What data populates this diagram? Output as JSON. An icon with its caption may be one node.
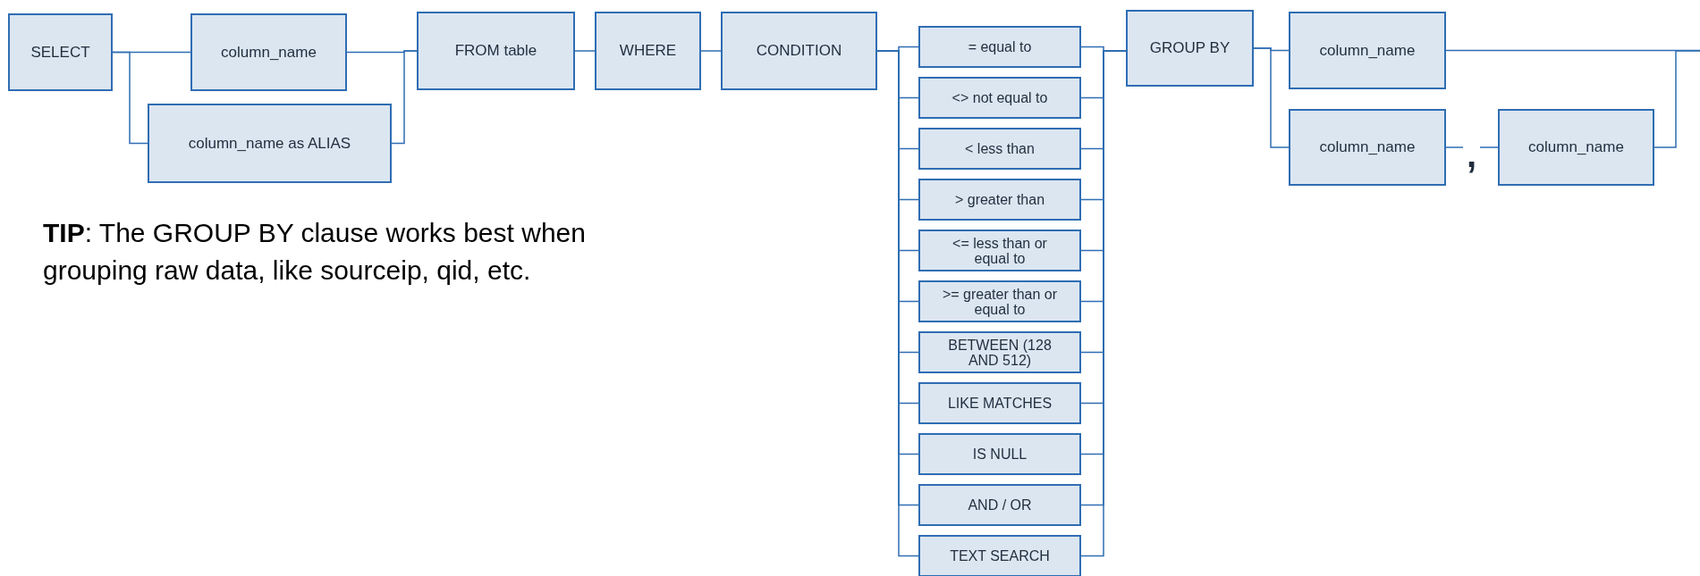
{
  "diagram": {
    "nodes": [
      {
        "text": [
          "SELECT"
        ]
      },
      {
        "text": [
          "column_name"
        ]
      },
      {
        "text": [
          "column_name as ALIAS"
        ]
      },
      {
        "text": [
          "FROM table"
        ]
      },
      {
        "text": [
          "WHERE"
        ]
      },
      {
        "text": [
          "CONDITION"
        ]
      },
      {
        "text": [
          "= equal to"
        ]
      },
      {
        "text": [
          "<> not equal to"
        ]
      },
      {
        "text": [
          "< less than"
        ]
      },
      {
        "text": [
          "> greater than"
        ]
      },
      {
        "text": [
          "<= less than or equal to"
        ]
      },
      {
        "text": [
          ">= greater than or equal to"
        ]
      },
      {
        "text": [
          "BETWEEN (128 AND 512)"
        ]
      },
      {
        "text": [
          "LIKE MATCHES"
        ]
      },
      {
        "text": [
          "IS NULL"
        ]
      },
      {
        "text": [
          "AND / OR"
        ]
      },
      {
        "text": [
          "TEXT SEARCH"
        ]
      },
      {
        "text": [
          "GROUP BY"
        ]
      },
      {
        "text": [
          "column_name"
        ]
      },
      {
        "text": [
          "column_name"
        ]
      },
      {
        "text": [
          "column_name"
        ]
      }
    ],
    "edges": [
      {
        "from": 0,
        "to": 1,
        "arrow": "none"
      },
      {
        "from": 0,
        "to": 2,
        "arrow": "none"
      },
      {
        "from": 1,
        "to": 3,
        "arrow": "none"
      },
      {
        "from": 2,
        "to": 3,
        "arrow": "none"
      },
      {
        "from": 3,
        "to": 4,
        "arrow": "none"
      },
      {
        "from": 4,
        "to": 5,
        "arrow": "none"
      },
      {
        "from": 5,
        "to": 6,
        "arrow": "none"
      },
      {
        "from": 5,
        "to": 7,
        "arrow": "none"
      },
      {
        "from": 5,
        "to": 8,
        "arrow": "none"
      },
      {
        "from": 5,
        "to": 9,
        "arrow": "none"
      },
      {
        "from": 5,
        "to": 10,
        "arrow": "none"
      },
      {
        "from": 5,
        "to": 11,
        "arrow": "none"
      },
      {
        "from": 5,
        "to": 12,
        "arrow": "none"
      },
      {
        "from": 5,
        "to": 13,
        "arrow": "none"
      },
      {
        "from": 5,
        "to": 14,
        "arrow": "none"
      },
      {
        "from": 5,
        "to": 15,
        "arrow": "none"
      },
      {
        "from": 5,
        "to": 16,
        "arrow": "none"
      },
      {
        "from": 6,
        "to": 17,
        "arrow": "none"
      },
      {
        "from": 7,
        "to": 17,
        "arrow": "none"
      },
      {
        "from": 8,
        "to": 17,
        "arrow": "none"
      },
      {
        "from": 9,
        "to": 17,
        "arrow": "none"
      },
      {
        "from": 10,
        "to": 17,
        "arrow": "none"
      },
      {
        "from": 11,
        "to": 17,
        "arrow": "none"
      },
      {
        "from": 12,
        "to": 17,
        "arrow": "none"
      },
      {
        "from": 13,
        "to": 17,
        "arrow": "none"
      },
      {
        "from": 14,
        "to": 17,
        "arrow": "none"
      },
      {
        "from": 15,
        "to": 17,
        "arrow": "none"
      },
      {
        "from": 16,
        "to": 17,
        "arrow": "none"
      },
      {
        "from": 17,
        "to": 18,
        "arrow": "none"
      },
      {
        "from": 17,
        "to": 19,
        "arrow": "none"
      },
      {
        "from": 19,
        "to": 20,
        "label": ",",
        "arrow": "none"
      },
      {
        "from": 18,
        "to": null,
        "arrow": "none"
      },
      {
        "from": 20,
        "to": null,
        "arrow": "none"
      }
    ],
    "labels": [
      "**TIP**: The GROUP BY clause works best when grouping raw data, like sourceip, qid, etc."
    ]
  }
}
